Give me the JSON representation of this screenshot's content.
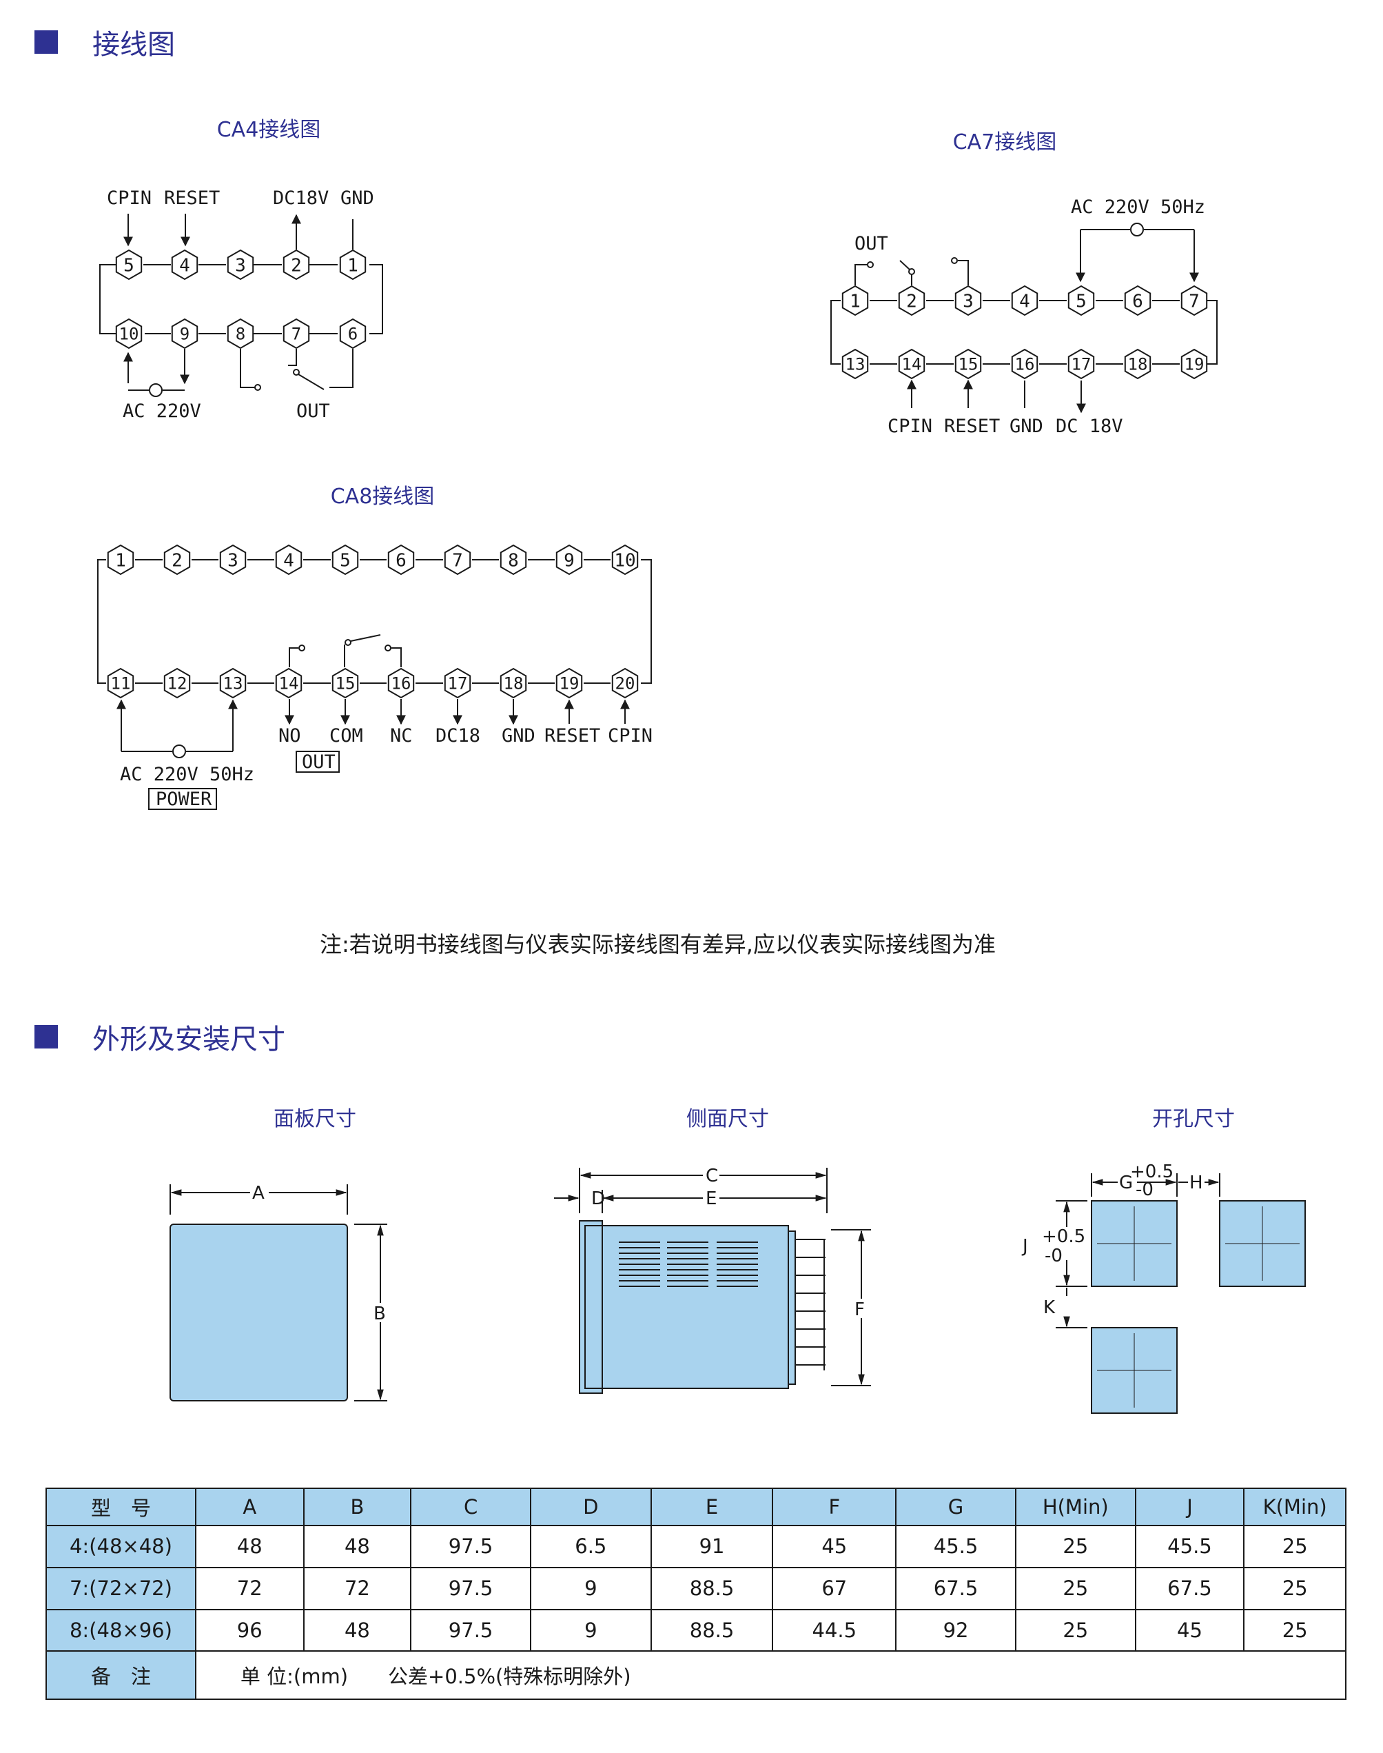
{
  "sections": {
    "wiring_title": "接线图",
    "dimensions_title": "外形及安装尺寸"
  },
  "wiring": {
    "ca4": {
      "title": "CA4接线图",
      "top_labels": [
        "CPIN",
        "RESET",
        "DC18V",
        "GND"
      ],
      "bottom_labels": [
        "AC 220V",
        "OUT"
      ],
      "top_pins": [
        "5",
        "4",
        "3",
        "2",
        "1"
      ],
      "bottom_pins": [
        "10",
        "9",
        "8",
        "7",
        "6"
      ]
    },
    "ca7": {
      "title": "CA7接线图",
      "top_labels": [
        "AC 220V 50Hz",
        "OUT"
      ],
      "bottom_labels": [
        "CPIN",
        "RESET",
        "GND",
        "DC 18V"
      ],
      "top_pins": [
        "1",
        "2",
        "3",
        "4",
        "5",
        "6",
        "7"
      ],
      "bottom_pins": [
        "13",
        "14",
        "15",
        "16",
        "17",
        "18",
        "19"
      ]
    },
    "ca8": {
      "title": "CA8接线图",
      "top_pins": [
        "1",
        "2",
        "3",
        "4",
        "5",
        "6",
        "7",
        "8",
        "9",
        "10"
      ],
      "bottom_pins": [
        "11",
        "12",
        "13",
        "14",
        "15",
        "16",
        "17",
        "18",
        "19",
        "20"
      ],
      "bottom_labels": [
        "NO",
        "COM",
        "NC",
        "DC18",
        "GND",
        "RESET",
        "CPIN"
      ],
      "power_label": "AC 220V 50Hz",
      "power_box": "POWER",
      "out_box": "OUT"
    },
    "note": "注:若说明书接线图与仪表实际接线图有差异,应以仪表实际接线图为准"
  },
  "dimensions": {
    "panel_title": "面板尺寸",
    "side_title": "侧面尺寸",
    "cutout_title": "开孔尺寸",
    "panel_labels": {
      "a": "A",
      "b": "B"
    },
    "side_labels": {
      "c": "C",
      "d": "D",
      "e": "E",
      "f": "F"
    },
    "cutout_labels": {
      "g": "G",
      "h": "H",
      "j": "J",
      "k": "K",
      "tol_plus": "+0.5",
      "tol_minus": "-0"
    }
  },
  "spec_table": {
    "headers": [
      "型　号",
      "A",
      "B",
      "C",
      "D",
      "E",
      "F",
      "G",
      "H(Min)",
      "J",
      "K(Min)"
    ],
    "rows": [
      {
        "model": "4:(48×48)",
        "values": [
          "48",
          "48",
          "97.5",
          "6.5",
          "91",
          "45",
          "45.5",
          "25",
          "45.5",
          "25"
        ]
      },
      {
        "model": "7:(72×72)",
        "values": [
          "72",
          "72",
          "97.5",
          "9",
          "88.5",
          "67",
          "67.5",
          "25",
          "67.5",
          "25"
        ]
      },
      {
        "model": "8:(48×96)",
        "values": [
          "96",
          "48",
          "97.5",
          "9",
          "88.5",
          "44.5",
          "92",
          "25",
          "45",
          "25"
        ]
      }
    ],
    "remark_label": "备　注",
    "remark_text": "单 位:(mm)　　公差+0.5%(特殊标明除外)"
  },
  "colors": {
    "accent": "#2e3192",
    "fill": "#a9d3ee",
    "line": "#1a1a1a"
  }
}
